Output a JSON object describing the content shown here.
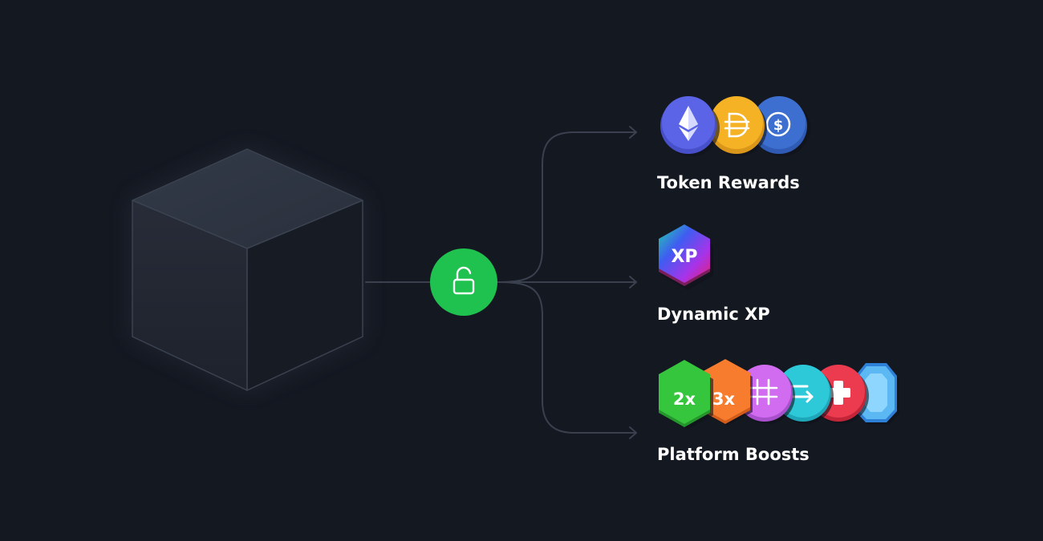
{
  "colors": {
    "background": "#141821",
    "connector": "#3a404d",
    "unlock": "#1fc14f",
    "ethereum": "#5b64e6",
    "dai": "#f4b224",
    "usdc": "#3d6fd1",
    "boost_2x": "#36c63d",
    "boost_3x": "#f77c2e",
    "boost_purple": "#d16cf0",
    "boost_teal": "#2ec9d9",
    "boost_red": "#ec3a4f",
    "gem": "#5cb8f2"
  },
  "icons": {
    "box": "cube",
    "unlock": "unlock-icon",
    "token_rewards": [
      "ethereum-icon",
      "dai-icon",
      "usdc-icon"
    ],
    "dynamic_xp": "xp-badge-icon",
    "platform_boosts": [
      "boost-2x-icon",
      "boost-3x-icon",
      "hash-icon",
      "transfer-icon",
      "plus-icon",
      "gem-icon"
    ]
  },
  "rewards": {
    "token": {
      "label": "Token Rewards"
    },
    "xp": {
      "label": "Dynamic XP",
      "badge_text": "XP"
    },
    "boosts": {
      "label": "Platform Boosts",
      "badge_2x": "2x",
      "badge_3x": "3x"
    }
  }
}
